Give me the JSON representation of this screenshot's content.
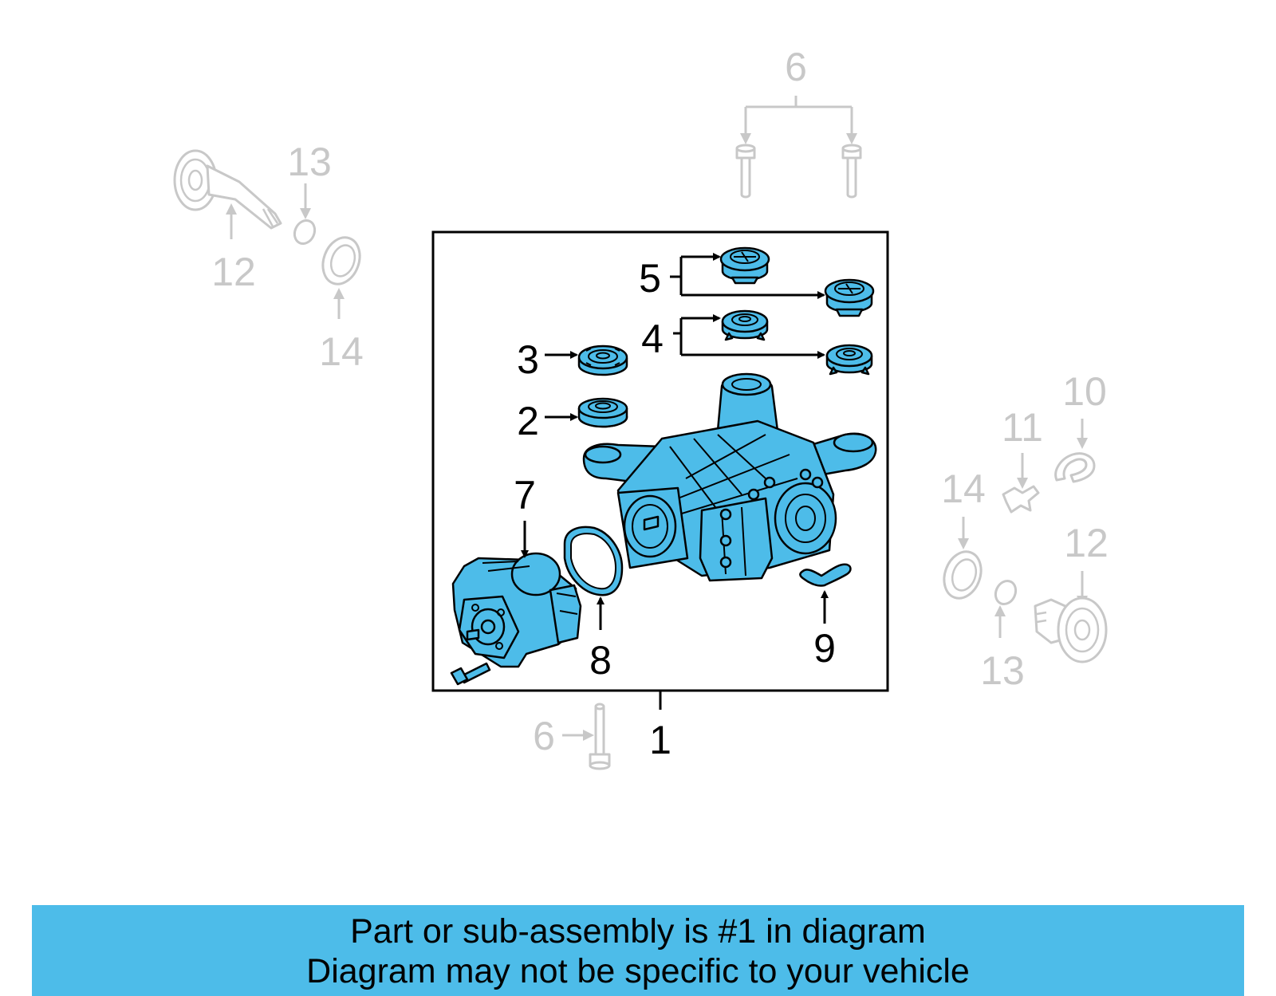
{
  "diagram": {
    "accent_color": "#4dbce9",
    "ghost_color": "#c8c8c8",
    "callouts": {
      "main": "1",
      "seal_plug_2": "2",
      "cap_3": "3",
      "mount_4": "4",
      "mount_5": "5",
      "bolt_6_top": "6",
      "bolt_6_bottom": "6",
      "coupling_7": "7",
      "gasket_8": "8",
      "hose_9": "9",
      "clip_10": "10",
      "clip_11": "11",
      "shaft_12_left": "12",
      "shaft_12_right": "12",
      "ring_13_left": "13",
      "ring_13_right": "13",
      "seal_14_left": "14",
      "seal_14_right": "14"
    }
  },
  "footer": {
    "line1": "Part or sub-assembly is #1 in diagram",
    "line2": "Diagram may not be specific to your vehicle",
    "background_color": "#4dbce9"
  }
}
